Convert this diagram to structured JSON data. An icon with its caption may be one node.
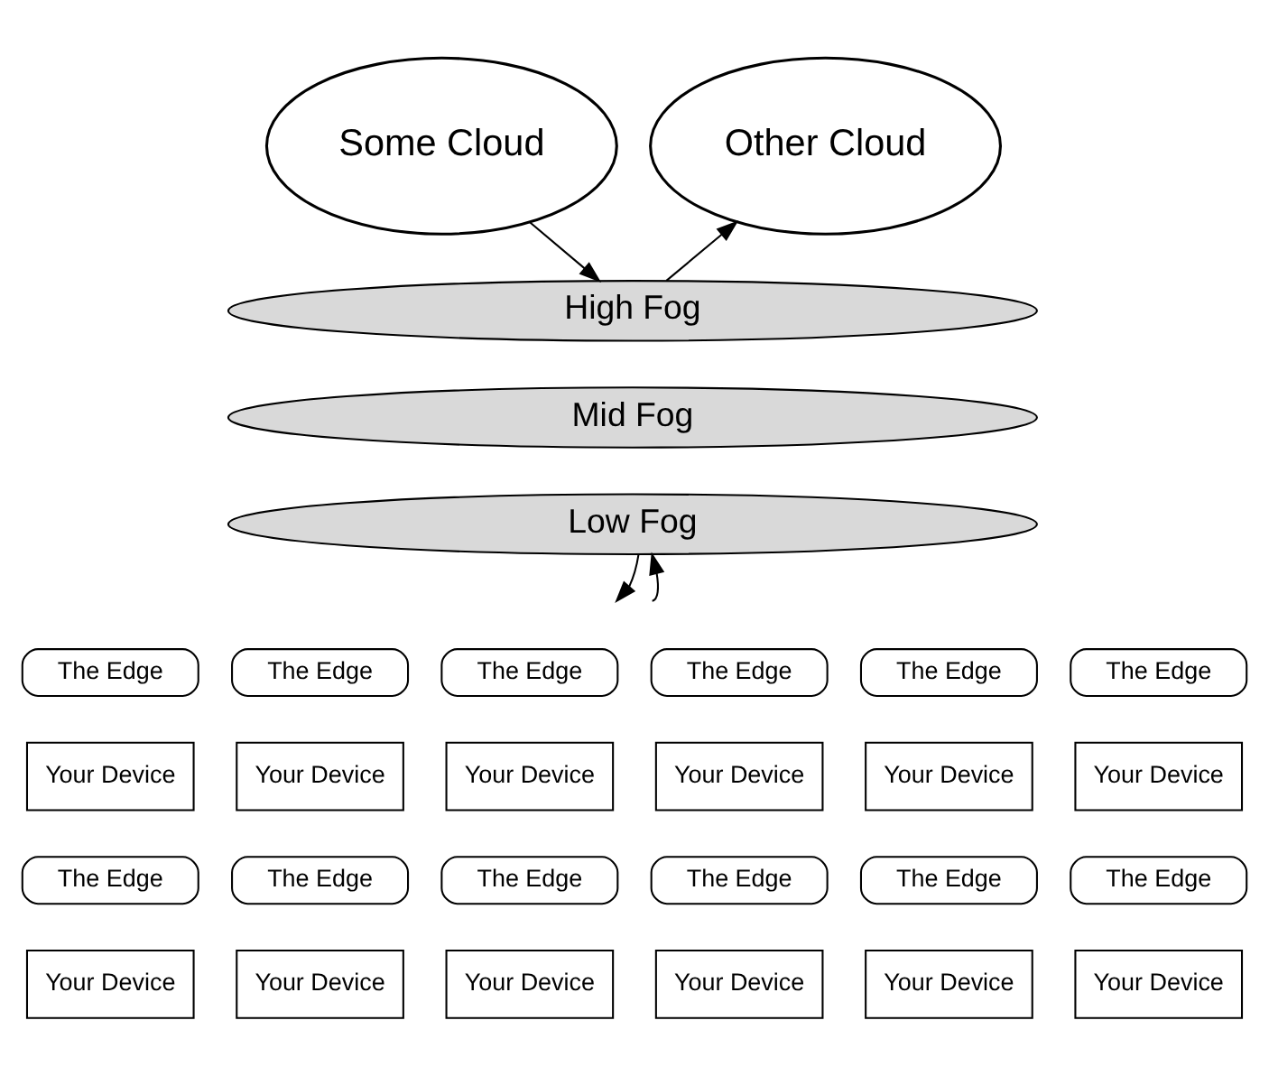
{
  "diagram": {
    "nodes": [
      {
        "text": [
          "Some Cloud"
        ]
      },
      {
        "text": [
          "Other Cloud"
        ]
      },
      {
        "text": [
          "High Fog"
        ]
      },
      {
        "text": [
          "Mid Fog"
        ]
      },
      {
        "text": [
          "Low Fog"
        ]
      },
      {
        "text": [
          "The Edge"
        ]
      },
      {
        "text": [
          "Your Device"
        ]
      },
      {
        "text": [
          "The Edge"
        ]
      },
      {
        "text": [
          "Your Device"
        ]
      },
      {
        "text": [
          "The Edge"
        ]
      },
      {
        "text": [
          "Your Device"
        ]
      },
      {
        "text": [
          "The Edge"
        ]
      },
      {
        "text": [
          "Your Device"
        ]
      },
      {
        "text": [
          "The Edge"
        ]
      },
      {
        "text": [
          "Your Device"
        ]
      },
      {
        "text": [
          "The Edge"
        ]
      },
      {
        "text": [
          "Your Device"
        ]
      },
      {
        "text": [
          "The Edge"
        ]
      },
      {
        "text": [
          "Your Device"
        ]
      },
      {
        "text": [
          "The Edge"
        ]
      },
      {
        "text": [
          "Your Device"
        ]
      },
      {
        "text": [
          "The Edge"
        ]
      },
      {
        "text": [
          "Your Device"
        ]
      },
      {
        "text": [
          "The Edge"
        ]
      },
      {
        "text": [
          "Your Device"
        ]
      },
      {
        "text": [
          "The Edge"
        ]
      },
      {
        "text": [
          "Your Device"
        ]
      },
      {
        "text": [
          "The Edge"
        ]
      },
      {
        "text": [
          "Your Device"
        ]
      }
    ],
    "edges": [
      {
        "from": 0,
        "to": 2,
        "arrow": "to"
      },
      {
        "from": 2,
        "to": 1,
        "arrow": "to"
      },
      {
        "from": 4,
        "to": null,
        "arrow": "to"
      },
      {
        "from": null,
        "to": 4,
        "arrow": "to"
      }
    ]
  }
}
